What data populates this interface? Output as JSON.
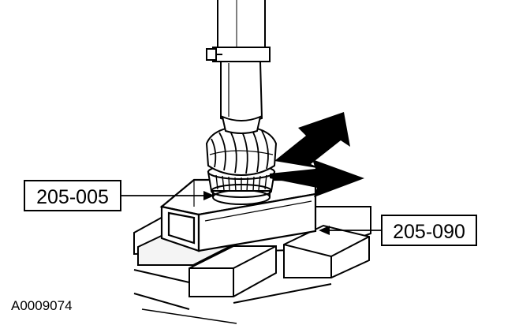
{
  "diagram": {
    "callouts": [
      {
        "id": "tool-205-005",
        "label": "205-005"
      },
      {
        "id": "tool-205-090",
        "label": "205-090"
      }
    ],
    "figure_id": "A0009074",
    "colors": {
      "ink": "#000000",
      "background": "#ffffff",
      "shade": "#e9e9e9"
    }
  }
}
